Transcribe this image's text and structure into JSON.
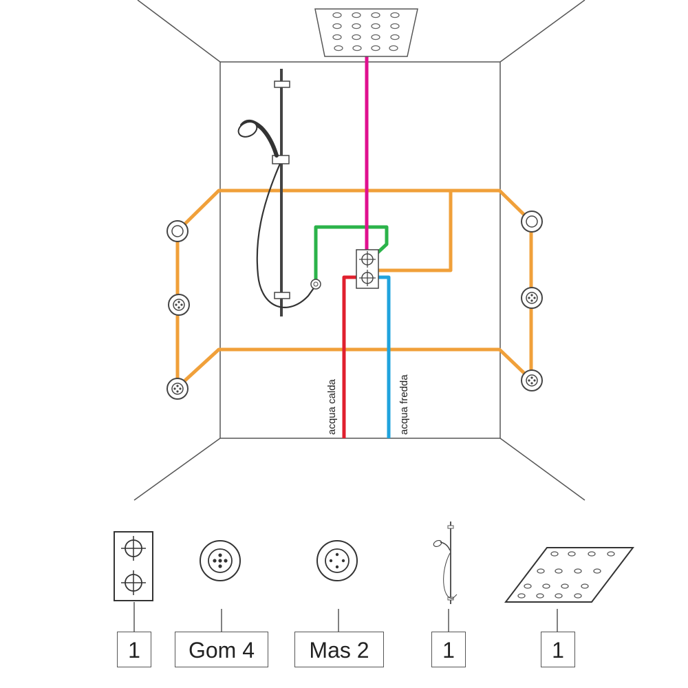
{
  "pipes": {
    "hot_label": "acqua calda",
    "cold_label": "acqua fredda",
    "colors": {
      "hot": "#e0202e",
      "cold": "#1fa3dd",
      "overhead": "#e0108f",
      "handshower": "#2bb34a",
      "body_jets": "#f0a03a",
      "outline": "#555555"
    }
  },
  "legend": [
    {
      "icon": "mixer-valve-icon",
      "label": "1"
    },
    {
      "icon": "body-jet-gom-icon",
      "label": "Gom 4"
    },
    {
      "icon": "body-jet-mas-icon",
      "label": "Mas 2"
    },
    {
      "icon": "shower-rail-icon",
      "label": "1"
    },
    {
      "icon": "rain-head-icon",
      "label": "1"
    }
  ]
}
